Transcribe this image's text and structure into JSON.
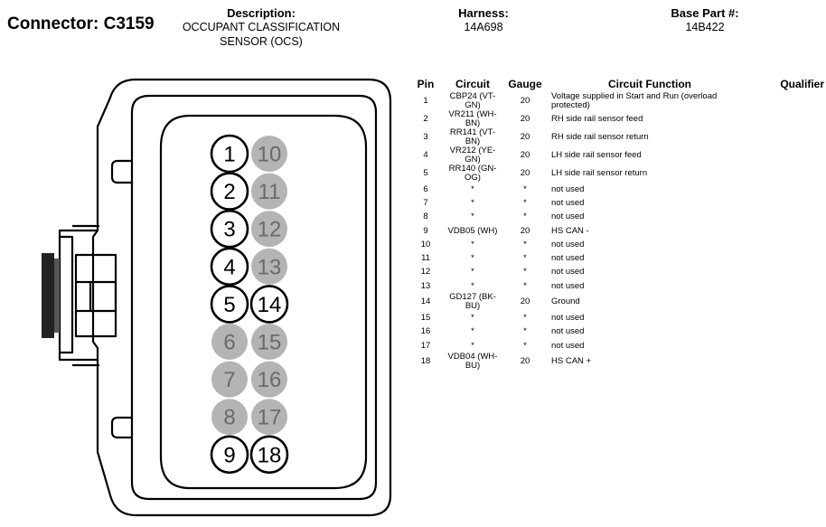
{
  "header": {
    "connector": "Connector: C3159",
    "description_label": "Description:",
    "description_line1": "OCCUPANT CLASSIFICATION",
    "description_line2": "SENSOR (OCS)",
    "harness_label": "Harness:",
    "harness_value": "14A698",
    "base_part_label": "Base Part #:",
    "base_part_value": "14B422"
  },
  "columns": [
    "Pin",
    "Circuit",
    "Gauge",
    "Circuit Function",
    "Qualifier"
  ],
  "pins": [
    {
      "pin": "1",
      "circuit": "CBP24 (VT-GN)",
      "gauge": "20",
      "function": "Voltage supplied in Start and Run (overload protected)",
      "qualifier": ""
    },
    {
      "pin": "2",
      "circuit": "VR211 (WH-BN)",
      "gauge": "20",
      "function": "RH side rail sensor feed",
      "qualifier": ""
    },
    {
      "pin": "3",
      "circuit": "RR141 (VT-BN)",
      "gauge": "20",
      "function": "RH side rail sensor return",
      "qualifier": ""
    },
    {
      "pin": "4",
      "circuit": "VR212 (YE-GN)",
      "gauge": "20",
      "function": "LH side rail sensor feed",
      "qualifier": ""
    },
    {
      "pin": "5",
      "circuit": "RR140 (GN-OG)",
      "gauge": "20",
      "function": "LH side rail sensor return",
      "qualifier": ""
    },
    {
      "pin": "6",
      "circuit": "*",
      "gauge": "*",
      "function": "not used",
      "qualifier": ""
    },
    {
      "pin": "7",
      "circuit": "*",
      "gauge": "*",
      "function": "not used",
      "qualifier": ""
    },
    {
      "pin": "8",
      "circuit": "*",
      "gauge": "*",
      "function": "not used",
      "qualifier": ""
    },
    {
      "pin": "9",
      "circuit": "VDB05 (WH)",
      "gauge": "20",
      "function": "HS CAN -",
      "qualifier": ""
    },
    {
      "pin": "10",
      "circuit": "*",
      "gauge": "*",
      "function": "not used",
      "qualifier": ""
    },
    {
      "pin": "11",
      "circuit": "*",
      "gauge": "*",
      "function": "not used",
      "qualifier": ""
    },
    {
      "pin": "12",
      "circuit": "*",
      "gauge": "*",
      "function": "not used",
      "qualifier": ""
    },
    {
      "pin": "13",
      "circuit": "*",
      "gauge": "*",
      "function": "not used",
      "qualifier": ""
    },
    {
      "pin": "14",
      "circuit": "GD127 (BK-BU)",
      "gauge": "20",
      "function": "Ground",
      "qualifier": ""
    },
    {
      "pin": "15",
      "circuit": "*",
      "gauge": "*",
      "function": "not used",
      "qualifier": ""
    },
    {
      "pin": "16",
      "circuit": "*",
      "gauge": "*",
      "function": "not used",
      "qualifier": ""
    },
    {
      "pin": "17",
      "circuit": "*",
      "gauge": "*",
      "function": "not used",
      "qualifier": ""
    },
    {
      "pin": "18",
      "circuit": "VDB04 (WH-BU)",
      "gauge": "20",
      "function": "HS CAN +",
      "qualifier": ""
    }
  ],
  "cavities": [
    {
      "label": "1",
      "used": true
    },
    {
      "label": "2",
      "used": true
    },
    {
      "label": "3",
      "used": true
    },
    {
      "label": "4",
      "used": true
    },
    {
      "label": "5",
      "used": true
    },
    {
      "label": "6",
      "used": false
    },
    {
      "label": "7",
      "used": false
    },
    {
      "label": "8",
      "used": false
    },
    {
      "label": "9",
      "used": true
    },
    {
      "label": "10",
      "used": false
    },
    {
      "label": "11",
      "used": false
    },
    {
      "label": "12",
      "used": false
    },
    {
      "label": "13",
      "used": false
    },
    {
      "label": "14",
      "used": true
    },
    {
      "label": "15",
      "used": false
    },
    {
      "label": "16",
      "used": false
    },
    {
      "label": "17",
      "used": false
    },
    {
      "label": "18",
      "used": true
    }
  ],
  "colors": {
    "unused_fill": "#b4b4b4",
    "unused_text": "#6a6a6a",
    "line": "#000000"
  }
}
